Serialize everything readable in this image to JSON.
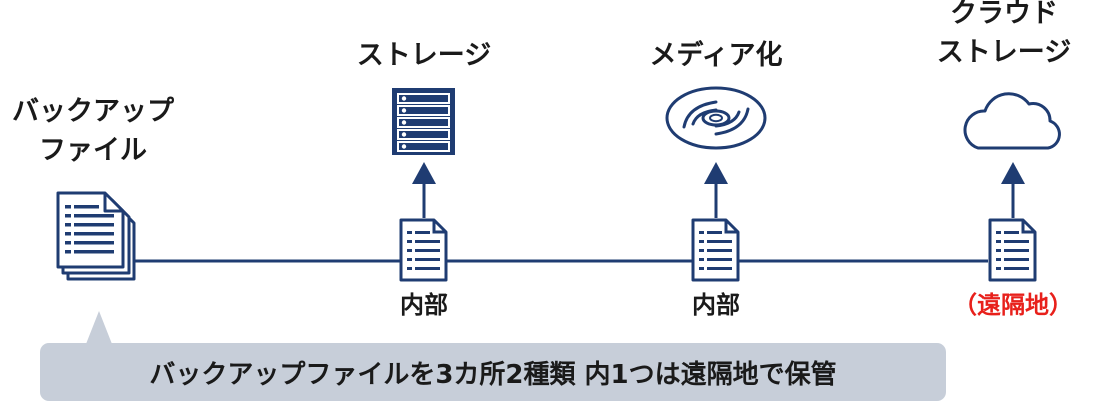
{
  "nodes": {
    "backup": {
      "label": "バックアップ\nファイル"
    },
    "storage": {
      "label": "ストレージ",
      "sublabel": "内部"
    },
    "media": {
      "label": "メディア化",
      "sublabel": "内部"
    },
    "cloud": {
      "label": "クラウド\nストレージ",
      "sublabel": "（遠隔地）"
    }
  },
  "callout": {
    "text": "バックアップファイルを3カ所2種類 内1つは遠隔地で保管"
  },
  "colors": {
    "icon": "#1f3c72",
    "line": "#1f3c72",
    "remote_label": "#e8201b",
    "callout_bg": "#c7ced9",
    "text": "#1a1a1a"
  },
  "icons": {
    "backup": "stacked-documents-icon",
    "storage": "server-rack-icon",
    "media": "disc-icon",
    "cloud": "cloud-icon",
    "file": "document-icon",
    "arrow": "arrow-up-icon"
  }
}
